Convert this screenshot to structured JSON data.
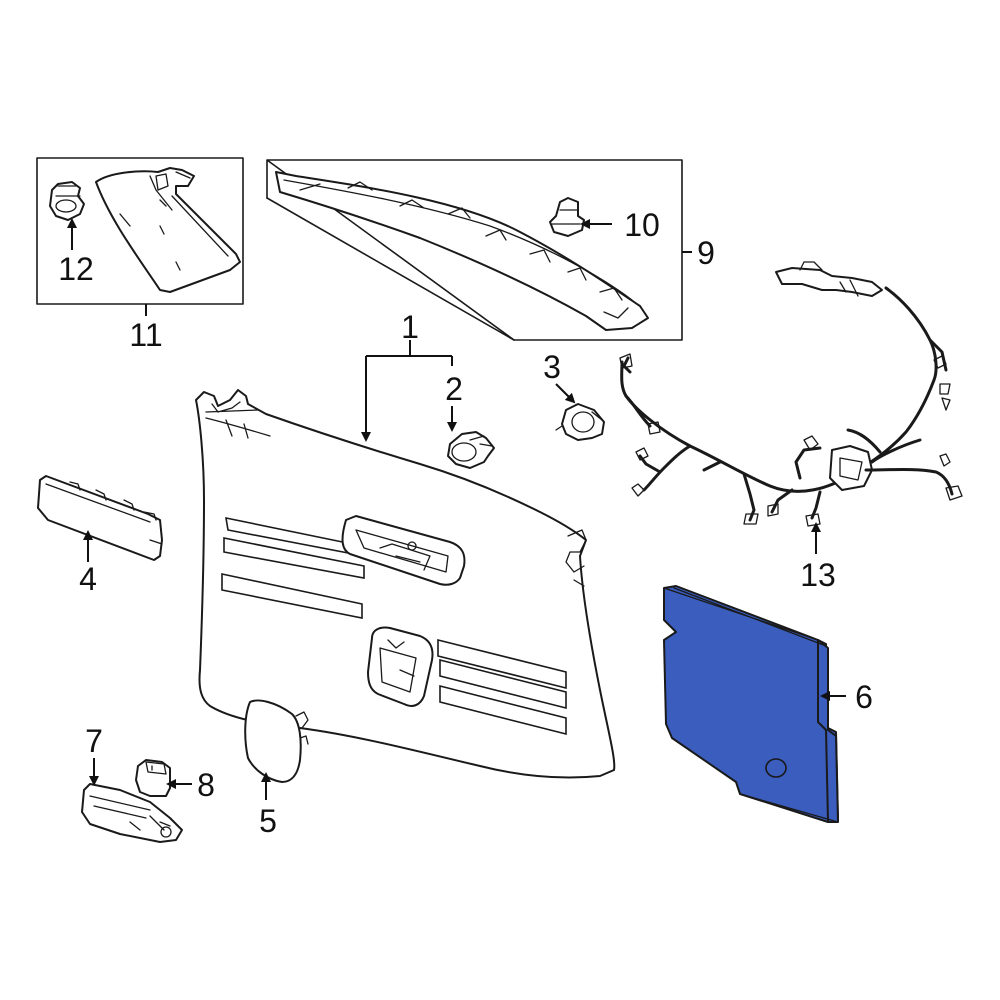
{
  "colors": {
    "highlight": "#3A5DBE",
    "line": "#1a1a1a",
    "background": "#ffffff"
  },
  "callouts": {
    "c1": "1",
    "c2": "2",
    "c3": "3",
    "c4": "4",
    "c5": "5",
    "c6": "6",
    "c7": "7",
    "c8": "8",
    "c9": "9",
    "c10": "10",
    "c11": "11",
    "c12": "12",
    "c13": "13"
  },
  "highlighted_part": "6"
}
